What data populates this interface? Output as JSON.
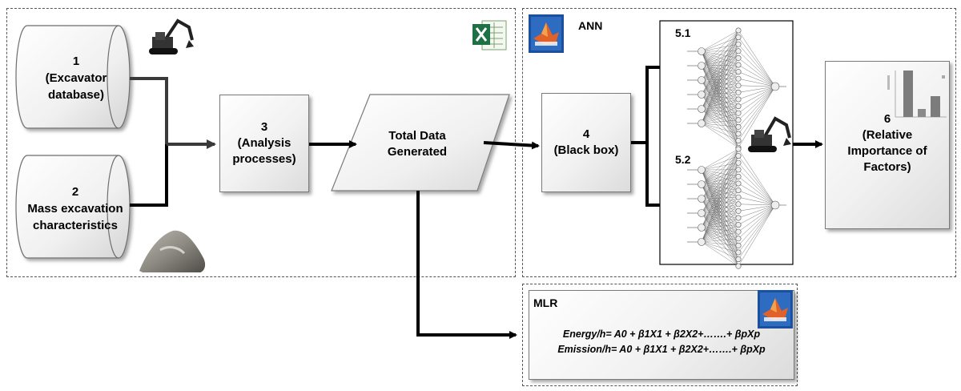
{
  "cylinders": [
    {
      "id": "1",
      "lines": [
        "1",
        "(Excavator",
        "database)"
      ]
    },
    {
      "id": "2",
      "lines": [
        "2",
        "Mass excavation",
        "characteristics"
      ]
    }
  ],
  "boxes": {
    "analysis": {
      "lines": [
        "3",
        "(Analysis",
        "processes)"
      ]
    },
    "total_data": {
      "lines": [
        "Total Data",
        "Generated"
      ]
    },
    "black_box": {
      "lines": [
        "4",
        "(Black box)"
      ]
    },
    "relative_importance": {
      "lines": [
        "6",
        "(Relative",
        "Importance of",
        "Factors)"
      ]
    }
  },
  "ann": {
    "title": "ANN",
    "net1_label": "5.1",
    "net2_label": "5.2"
  },
  "mlr": {
    "title": "MLR",
    "equation1": "Energy/h= A0 + β1X1 + β2X2+…….+ βpXp",
    "equation2": "Emission/h= A0 + β1X1 + β2X2+…….+ βpXp"
  },
  "icons": [
    "excavator-icon",
    "rock-pile-icon",
    "excel-icon",
    "matlab-icon",
    "neural-network-icon",
    "bar-chart-icon"
  ],
  "colors": {
    "arrow": "#000000",
    "arrow_gray": "#3a3a3a",
    "excel_green": "#1e7145",
    "matlab_blue": "#1c4f9c"
  }
}
